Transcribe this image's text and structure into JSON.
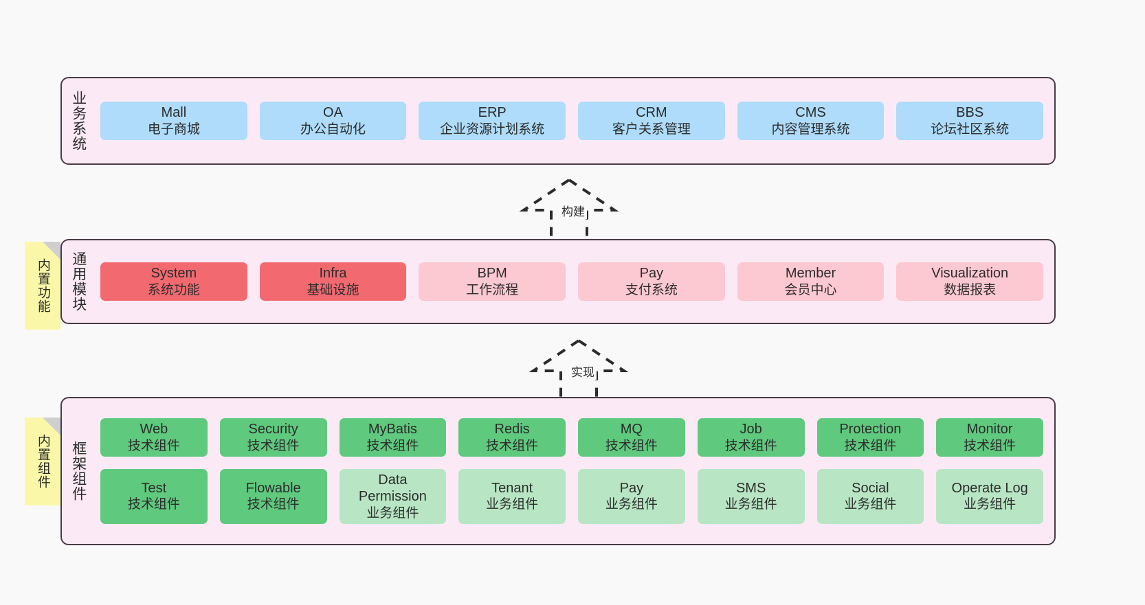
{
  "diagram": {
    "title_semantic": "layered-architecture-diagram",
    "colors": {
      "panel_bg": "#FBEAF5",
      "panel_border": "#4A3A46",
      "business_card": "#AEDCFA",
      "module_active": "#F26A70",
      "module_planned": "#FCC8D1",
      "tech_component": "#5FC97E",
      "biz_component": "#B8E6C4",
      "sticky_note": "#FAF8A8",
      "canvas_bg": "#F9F9F9"
    }
  },
  "layers": [
    {
      "id": "business",
      "label": "业务系统",
      "rows": [
        {
          "cells": [
            {
              "en": "Mall",
              "cn": "电子商城",
              "variant": "c-blue"
            },
            {
              "en": "OA",
              "cn": "办公自动化",
              "variant": "c-blue"
            },
            {
              "en": "ERP",
              "cn": "企业资源计划系统",
              "variant": "c-blue"
            },
            {
              "en": "CRM",
              "cn": "客户关系管理",
              "variant": "c-blue"
            },
            {
              "en": "CMS",
              "cn": "内容管理系统",
              "variant": "c-blue"
            },
            {
              "en": "BBS",
              "cn": "论坛社区系统",
              "variant": "c-blue"
            }
          ]
        }
      ]
    },
    {
      "id": "common",
      "label": "通用模块",
      "rows": [
        {
          "cells": [
            {
              "en": "System",
              "cn": "系统功能",
              "variant": "c-red"
            },
            {
              "en": "Infra",
              "cn": "基础设施",
              "variant": "c-red"
            },
            {
              "en": "BPM",
              "cn": "工作流程",
              "variant": "c-pink"
            },
            {
              "en": "Pay",
              "cn": "支付系统",
              "variant": "c-pink"
            },
            {
              "en": "Member",
              "cn": "会员中心",
              "variant": "c-pink"
            },
            {
              "en": "Visualization",
              "cn": "数据报表",
              "variant": "c-pink"
            }
          ]
        }
      ]
    },
    {
      "id": "framework",
      "label": "框架组件",
      "rows": [
        {
          "cells": [
            {
              "en": "Web",
              "cn": "技术组件",
              "variant": "c-green"
            },
            {
              "en": "Security",
              "cn": "技术组件",
              "variant": "c-green"
            },
            {
              "en": "MyBatis",
              "cn": "技术组件",
              "variant": "c-green"
            },
            {
              "en": "Redis",
              "cn": "技术组件",
              "variant": "c-green"
            },
            {
              "en": "MQ",
              "cn": "技术组件",
              "variant": "c-green"
            },
            {
              "en": "Job",
              "cn": "技术组件",
              "variant": "c-green"
            },
            {
              "en": "Protection",
              "cn": "技术组件",
              "variant": "c-green"
            },
            {
              "en": "Monitor",
              "cn": "技术组件",
              "variant": "c-green"
            }
          ]
        },
        {
          "cells": [
            {
              "en": "Test",
              "cn": "技术组件",
              "variant": "c-green"
            },
            {
              "en": "Flowable",
              "cn": "技术组件",
              "variant": "c-green"
            },
            {
              "en": "Data Permission",
              "cn": "业务组件",
              "variant": "c-lightgreen"
            },
            {
              "en": "Tenant",
              "cn": "业务组件",
              "variant": "c-lightgreen"
            },
            {
              "en": "Pay",
              "cn": "业务组件",
              "variant": "c-lightgreen"
            },
            {
              "en": "SMS",
              "cn": "业务组件",
              "variant": "c-lightgreen"
            },
            {
              "en": "Social",
              "cn": "业务组件",
              "variant": "c-lightgreen"
            },
            {
              "en": "Operate Log",
              "cn": "业务组件",
              "variant": "c-lightgreen"
            }
          ]
        }
      ]
    }
  ],
  "sticky_notes": [
    {
      "id": "common-note",
      "label": "内置功能"
    },
    {
      "id": "framework-note",
      "label": "内置组件"
    }
  ],
  "arrows": [
    {
      "id": "build",
      "label": "构建"
    },
    {
      "id": "implement",
      "label": "实现"
    }
  ]
}
